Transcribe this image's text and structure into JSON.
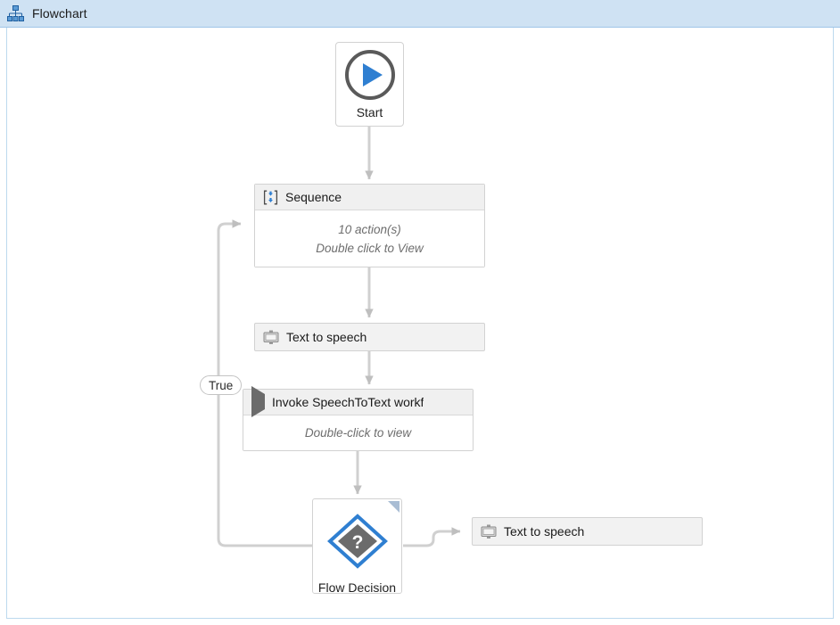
{
  "window": {
    "title": "Flowchart",
    "icon": "flowchart-icon"
  },
  "colors": {
    "titlebar_bg": "#cfe2f3",
    "titlebar_border": "#9fc5e8",
    "canvas_bg": "#ffffff",
    "canvas_border": "#bcd9ee",
    "node_border": "#d2d2d2",
    "node_header_bg": "#f0f0f0",
    "connector": "#c8c8c8",
    "accent_blue": "#2f7fd1",
    "icon_gray": "#6b6b6b",
    "body_text": "#6d6d6d",
    "corner_triangle": "#a9bdd4"
  },
  "flowchart": {
    "nodes": [
      {
        "id": "start",
        "type": "terminal",
        "label": "Start",
        "icon": "play-circle-icon"
      },
      {
        "id": "sequence",
        "type": "activity-expanded",
        "title": "Sequence",
        "icon": "sequence-icon",
        "body": [
          "10 action(s)",
          "Double click to View"
        ]
      },
      {
        "id": "text-to-speech-1",
        "type": "activity-single",
        "title": "Text to speech",
        "icon": "text-to-speech-icon"
      },
      {
        "id": "invoke-workflow",
        "type": "activity-expanded",
        "title": "Invoke SpeechToText workf",
        "icon": "invoke-workflow-icon",
        "body": [
          "Double-click to view"
        ]
      },
      {
        "id": "flow-decision",
        "type": "decision",
        "label": "Flow Decision",
        "icon": "decision-question-icon"
      },
      {
        "id": "text-to-speech-2",
        "type": "activity-single",
        "title": "Text to speech",
        "icon": "text-to-speech-icon"
      }
    ],
    "edges": [
      {
        "from": "start",
        "to": "sequence",
        "label": ""
      },
      {
        "from": "sequence",
        "to": "text-to-speech-1",
        "label": ""
      },
      {
        "from": "text-to-speech-1",
        "to": "invoke-workflow",
        "label": ""
      },
      {
        "from": "invoke-workflow",
        "to": "flow-decision",
        "label": ""
      },
      {
        "from": "flow-decision",
        "to": "sequence",
        "label": "True"
      },
      {
        "from": "flow-decision",
        "to": "text-to-speech-2",
        "label": ""
      }
    ]
  }
}
